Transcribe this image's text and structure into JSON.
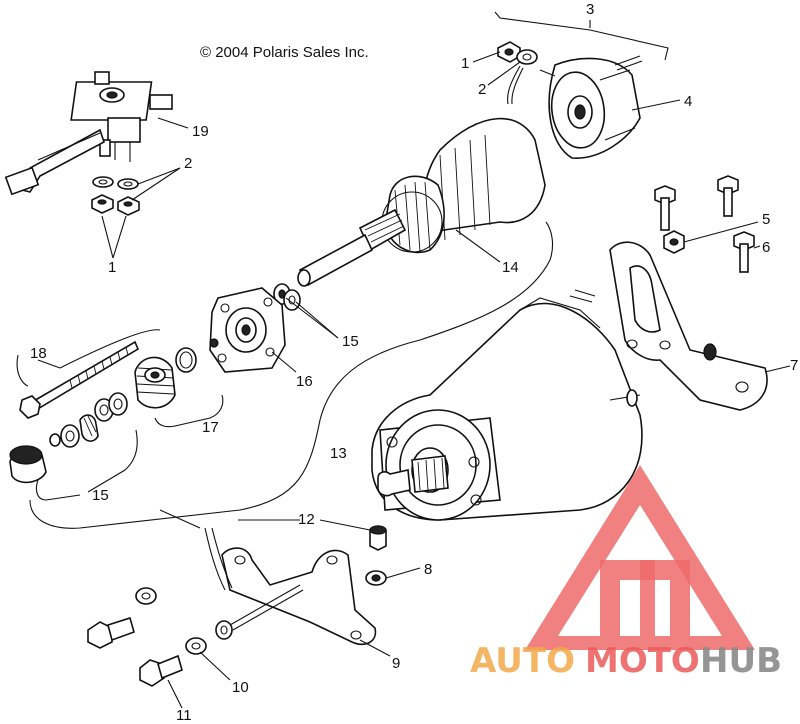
{
  "diagram": {
    "copyright": "© 2004 Polaris Sales Inc.",
    "callouts": {
      "c1_top": "1",
      "c2_top": "2",
      "c3": "3",
      "c4": "4",
      "c19": "19",
      "c2_left": "2",
      "c1_left": "1",
      "c5": "5",
      "c6": "6",
      "c14": "14",
      "c15_mid": "15",
      "c18": "18",
      "c16": "16",
      "c7": "7",
      "c17": "17",
      "c13": "13",
      "c15_low": "15",
      "c12": "12",
      "c8": "8",
      "c9": "9",
      "c10": "10",
      "c11": "11"
    }
  },
  "watermark": {
    "brand_auto": "AUTO",
    "brand_moto": "MOTO",
    "brand_hub": "HUB",
    "colors": {
      "auto": "#f3a94a",
      "moto": "#ec5a5a",
      "hub": "#8a8a8a",
      "logo": "#ef6a6a"
    }
  }
}
